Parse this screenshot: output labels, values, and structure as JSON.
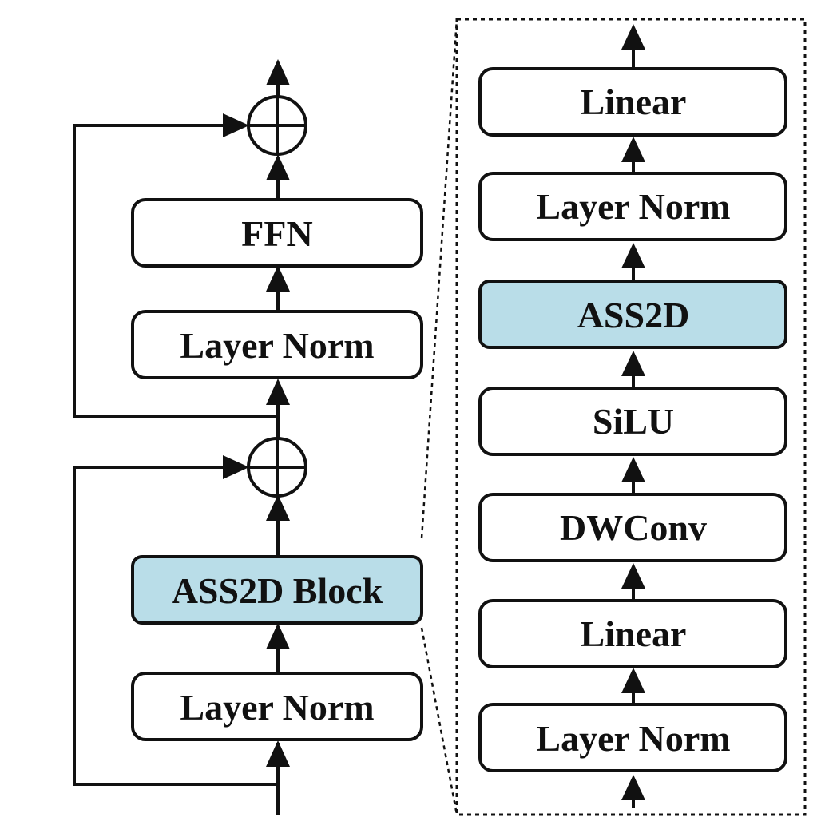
{
  "left_block": {
    "boxes": {
      "ffn": "FFN",
      "layer_norm_top": "Layer Norm",
      "ass2d_block": "ASS2D Block",
      "layer_norm_bottom": "Layer Norm"
    }
  },
  "right_block": {
    "boxes": {
      "linear_top": "Linear",
      "layer_norm_top": "Layer Norm",
      "ass2d": "ASS2D",
      "silu": "SiLU",
      "dwconv": "DWConv",
      "linear_bottom": "Linear",
      "layer_norm_bottom": "Layer Norm"
    }
  },
  "colors": {
    "highlight_fill": "#b9dde8",
    "box_fill": "#ffffff",
    "stroke": "#111111"
  }
}
